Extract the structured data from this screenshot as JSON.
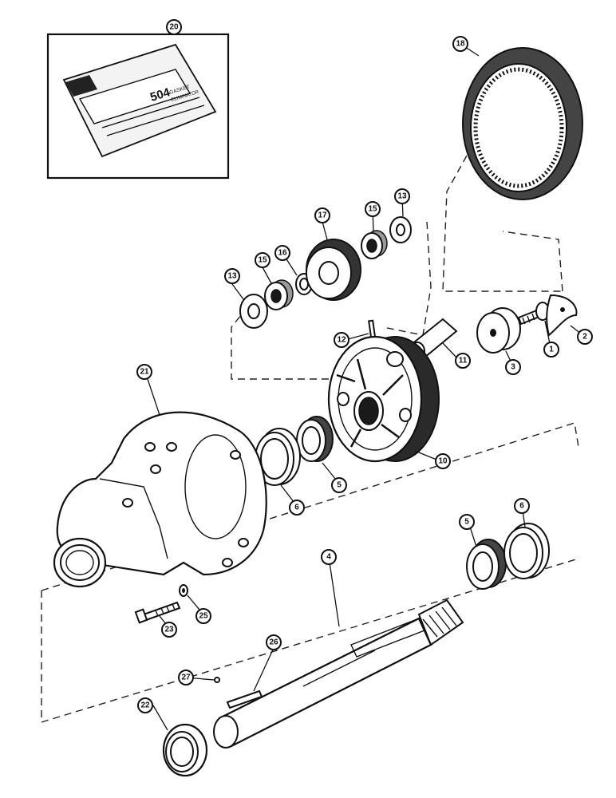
{
  "callouts": [
    {
      "key": "c20",
      "label": "20"
    },
    {
      "key": "c18",
      "label": "18"
    },
    {
      "key": "c13a",
      "label": "13"
    },
    {
      "key": "c17",
      "label": "17"
    },
    {
      "key": "c15a",
      "label": "15"
    },
    {
      "key": "c16",
      "label": "16"
    },
    {
      "key": "c13b",
      "label": "13"
    },
    {
      "key": "c15b",
      "label": "15"
    },
    {
      "key": "c12",
      "label": "12"
    },
    {
      "key": "c11",
      "label": "11"
    },
    {
      "key": "c3",
      "label": "3"
    },
    {
      "key": "c1",
      "label": "1"
    },
    {
      "key": "c2",
      "label": "2"
    },
    {
      "key": "c21",
      "label": "21"
    },
    {
      "key": "c10",
      "label": "10"
    },
    {
      "key": "c5a",
      "label": "5"
    },
    {
      "key": "c6a",
      "label": "6"
    },
    {
      "key": "c5b",
      "label": "5"
    },
    {
      "key": "c6b",
      "label": "6"
    },
    {
      "key": "c4",
      "label": "4"
    },
    {
      "key": "c25",
      "label": "25"
    },
    {
      "key": "c23",
      "label": "23"
    },
    {
      "key": "c26",
      "label": "26"
    },
    {
      "key": "c27",
      "label": "27"
    },
    {
      "key": "c22",
      "label": "22"
    }
  ],
  "sealant_package": {
    "product_number": "504",
    "line1": "GASKET",
    "line2": "ELIMINATOR"
  }
}
